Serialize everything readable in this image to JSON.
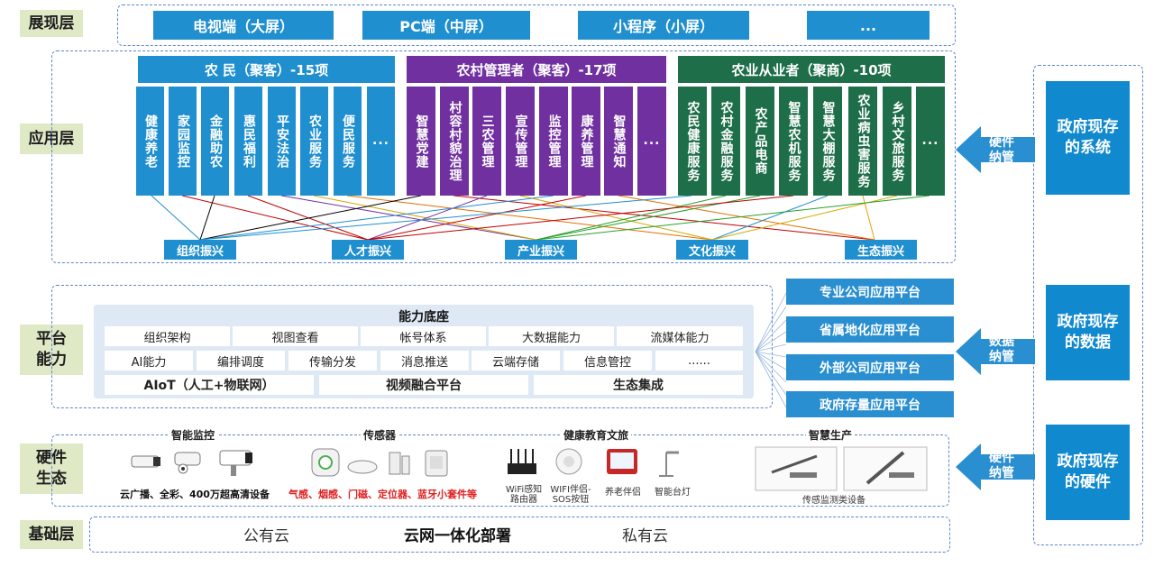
{
  "layers": {
    "display": "展现层",
    "app": "应用层",
    "platform": [
      "平台",
      "能力"
    ],
    "hardware": [
      "硬件",
      "生态"
    ],
    "base": "基础层"
  },
  "display_items": [
    "电视端（大屏）",
    "PC端（中屏）",
    "小程序（小屏）",
    "..."
  ],
  "groups": [
    {
      "title": "农  民（聚客）-15项",
      "items": [
        "健康养老",
        "家园监控",
        "金融助农",
        "惠民福利",
        "平安法治",
        "农业服务",
        "便民服务",
        "..."
      ]
    },
    {
      "title": "农村管理者（聚客）-17项",
      "items": [
        "智慧党建",
        "村容村貌治理",
        "三农管理",
        "宣传管理",
        "监控管理",
        "康养管理",
        "智慧通知",
        "..."
      ]
    },
    {
      "title": "农业从业者（聚商）-10项",
      "items": [
        "农民健康服务",
        "农村金融服务",
        "农产品电商",
        "智慧农机服务",
        "智慧大棚服务",
        "农业病虫害服务",
        "乡村文旅服务",
        "..."
      ]
    }
  ],
  "revitalization": [
    "组织振兴",
    "人才振兴",
    "产业振兴",
    "文化振兴",
    "生态振兴"
  ],
  "capability": {
    "title": "能力底座",
    "row1": [
      "组织架构",
      "视图查看",
      "帐号体系",
      "大数据能力",
      "流媒体能力"
    ],
    "row2": [
      "AI能力",
      "编排调度",
      "传输分发",
      "消息推送",
      "云端存储",
      "信息管控",
      "......"
    ],
    "row3": [
      "AIoT（人工+物联网）",
      "视频融合平台",
      "生态集成"
    ]
  },
  "platforms": [
    "专业公司应用平台",
    "省属地化应用平台",
    "外部公司应用平台",
    "政府存量应用平台"
  ],
  "gov": [
    "政府现存的系统",
    "政府现存的数据",
    "政府现存的硬件"
  ],
  "arrows": [
    "硬件纳管",
    "数据纳管",
    "硬件纳管"
  ],
  "hardware": {
    "groups": [
      "智能监控",
      "传感器",
      "健康教育文旅",
      "智慧生产"
    ],
    "monitor_desc": "云广播、全彩、400万超高清设备",
    "sensor_desc": "气感、烟感、门磁、定位器、蓝牙小套件等",
    "devices": [
      "WiFi感知路由器",
      "WIFI伴侣-SOS按钮",
      "养老伴侣",
      "智能台灯"
    ],
    "production_desc": "传感监测类设备"
  },
  "base": [
    "公有云",
    "云网一体化部署",
    "私有云"
  ],
  "colors": {
    "blue": "#1f8fcf",
    "purple": "#7030a0",
    "green": "#1e6e49",
    "label_bg": "#dfe9c6",
    "dash": "#5b86c9",
    "alert_red": "#e02020"
  }
}
